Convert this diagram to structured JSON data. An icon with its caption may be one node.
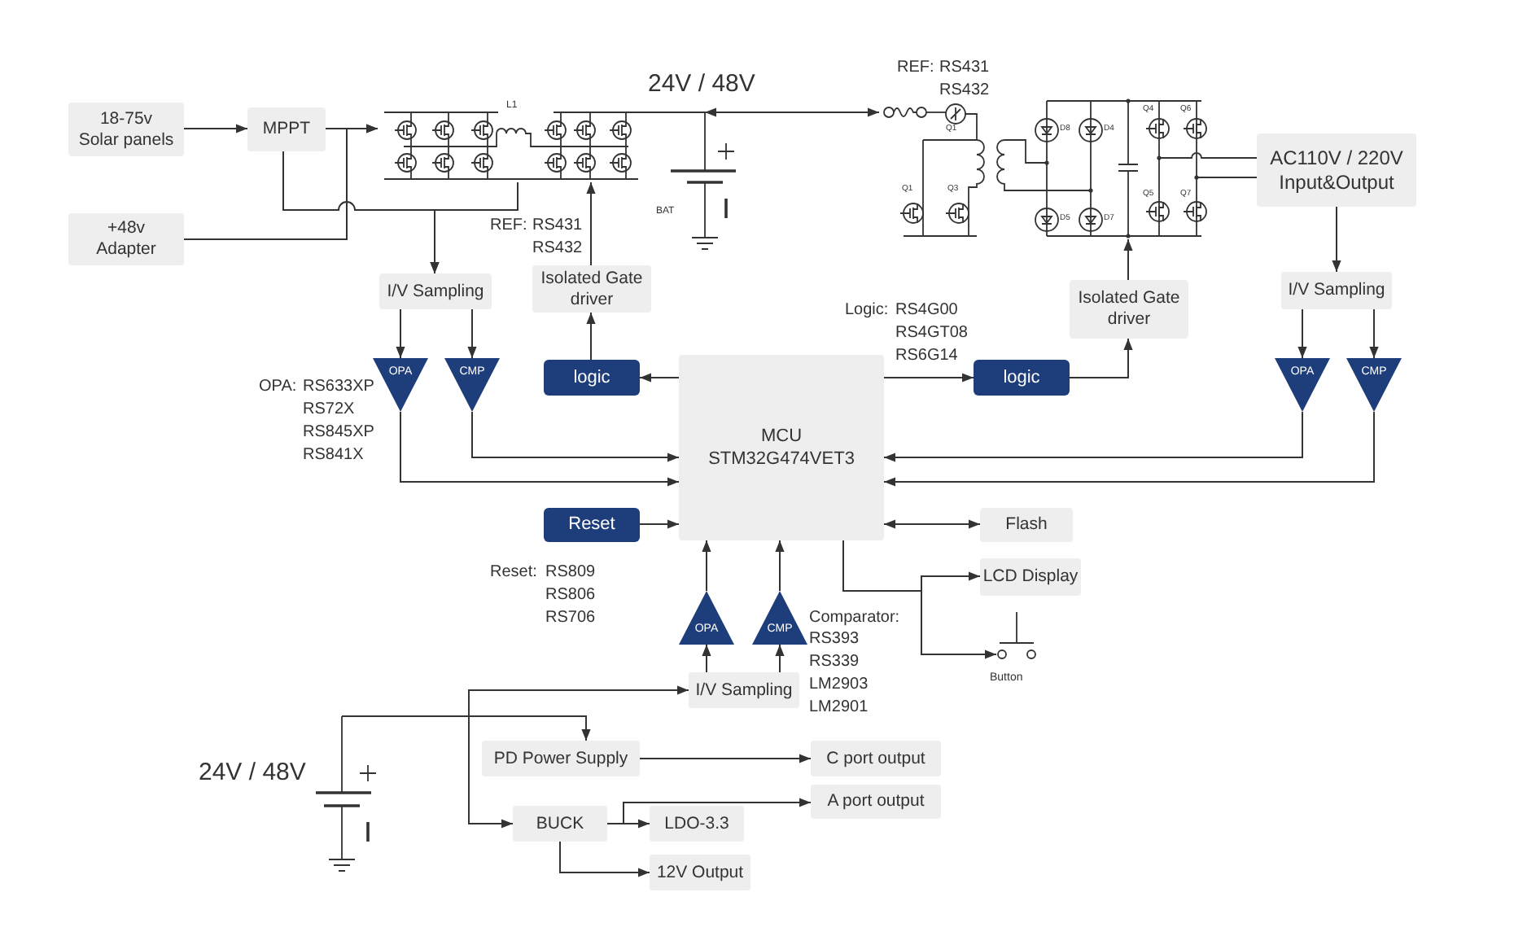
{
  "diagram": {
    "nodes": [
      {
        "text": [
          "18-75v Solar panels"
        ]
      },
      {
        "text": [
          "MPPT"
        ]
      },
      {
        "text": [
          "+48v Adapter"
        ]
      },
      {
        "text": [],
        "shape": "picture",
        "beside": [
          "L1"
        ]
      },
      {
        "text": [],
        "shape": "picture",
        "beside": [
          "24V / 48V",
          "BAT"
        ]
      },
      {
        "text": [],
        "shape": "picture"
      },
      {
        "text": [
          "AC110V / 220V Input&Output"
        ]
      },
      {
        "text": [
          "Isolated Gate driver"
        ]
      },
      {
        "text": [
          "I/V Sampling"
        ]
      },
      {
        "text": [
          "Isolated Gate driver"
        ]
      },
      {
        "text": [
          "I/V Sampling"
        ]
      },
      {
        "text": [
          "OPA"
        ]
      },
      {
        "text": [
          "CMP"
        ]
      },
      {
        "text": [
          "logic"
        ]
      },
      {
        "text": [
          "MCU",
          "STM32G474VET3"
        ]
      },
      {
        "text": [
          "logic"
        ]
      },
      {
        "text": [
          "OPA"
        ]
      },
      {
        "text": [
          "CMP"
        ]
      },
      {
        "text": [
          "Reset"
        ]
      },
      {
        "text": [
          "Flash"
        ]
      },
      {
        "text": [
          "LCD Display"
        ]
      },
      {
        "text": [],
        "shape": "picture",
        "beside": [
          "Button"
        ]
      },
      {
        "text": [
          "OPA"
        ]
      },
      {
        "text": [
          "CMP"
        ]
      },
      {
        "text": [
          "I/V Sampling"
        ]
      },
      {
        "text": [],
        "shape": "picture",
        "beside": [
          "24V / 48V"
        ]
      },
      {
        "text": [
          "PD Power Supply"
        ]
      },
      {
        "text": [
          "C port output"
        ]
      },
      {
        "text": [
          "A port output"
        ]
      },
      {
        "text": [
          "BUCK"
        ]
      },
      {
        "text": [
          "LDO-3.3"
        ]
      },
      {
        "text": [
          "12V Output"
        ]
      }
    ],
    "edges": [
      {
        "from": 0,
        "to": 1,
        "arrow": "to"
      },
      {
        "from": 1,
        "to": 3,
        "arrow": "to"
      },
      {
        "from": 2,
        "to": 3,
        "arrow": "to"
      },
      {
        "from": 1,
        "to": 8,
        "arrow": "to"
      },
      {
        "from": 3,
        "to": 8,
        "arrow": "to"
      },
      {
        "from": 3,
        "to": 4,
        "arrow": "none"
      },
      {
        "from": 5,
        "to": 4,
        "arrow": "both"
      },
      {
        "from": 5,
        "to": 6,
        "arrow": "none"
      },
      {
        "from": 5,
        "to": 6,
        "arrow": "none"
      },
      {
        "from": 7,
        "to": 3,
        "arrow": "to"
      },
      {
        "from": 13,
        "to": 7,
        "arrow": "to"
      },
      {
        "from": 14,
        "to": 13,
        "arrow": "to"
      },
      {
        "from": 14,
        "to": 15,
        "arrow": "to"
      },
      {
        "from": 15,
        "to": 9,
        "arrow": "to"
      },
      {
        "from": 9,
        "to": 5,
        "arrow": "to"
      },
      {
        "from": 6,
        "to": 10,
        "arrow": "to"
      },
      {
        "from": 10,
        "to": 16,
        "arrow": "to"
      },
      {
        "from": 10,
        "to": 17,
        "arrow": "to"
      },
      {
        "from": 16,
        "to": 14,
        "arrow": "to"
      },
      {
        "from": 17,
        "to": 14,
        "arrow": "to"
      },
      {
        "from": 8,
        "to": 11,
        "arrow": "to"
      },
      {
        "from": 8,
        "to": 12,
        "arrow": "to"
      },
      {
        "from": 12,
        "to": 14,
        "arrow": "to"
      },
      {
        "from": 11,
        "to": 14,
        "arrow": "to"
      },
      {
        "from": 18,
        "to": 14,
        "arrow": "to"
      },
      {
        "from": 14,
        "to": 19,
        "arrow": "both"
      },
      {
        "from": 14,
        "to": 20,
        "arrow": "to"
      },
      {
        "from": 14,
        "to": 21,
        "arrow": "to"
      },
      {
        "from": 24,
        "to": 22,
        "arrow": "to"
      },
      {
        "from": 24,
        "to": 23,
        "arrow": "to"
      },
      {
        "from": 22,
        "to": 14,
        "arrow": "to"
      },
      {
        "from": 23,
        "to": 14,
        "arrow": "to"
      },
      {
        "from": 25,
        "to": 24,
        "arrow": "to"
      },
      {
        "from": 25,
        "to": 26,
        "arrow": "to"
      },
      {
        "from": 25,
        "to": 29,
        "arrow": "to"
      },
      {
        "from": 26,
        "to": 27,
        "arrow": "to"
      },
      {
        "from": 29,
        "to": 30,
        "arrow": "to"
      },
      {
        "from": 29,
        "to": 28,
        "arrow": "to"
      },
      {
        "from": 29,
        "to": 31,
        "arrow": "to"
      }
    ],
    "labels": [
      "REF:",
      "RS431",
      "RS432",
      "REF:",
      "RS431",
      "RS432",
      "Q1",
      "D8",
      "D4",
      "Q4",
      "Q6",
      "Q1",
      "Q3",
      "D5",
      "D7",
      "Q5",
      "Q7",
      "Logic:",
      "RS4G00",
      "RS4GT08",
      "RS6G14",
      "OPA:",
      "RS633XP",
      "RS72X",
      "RS845XP",
      "RS841X",
      "Reset:",
      "RS809",
      "RS806",
      "RS706",
      "Comparator:",
      "RS393",
      "RS339",
      "LM2903",
      "LM2901"
    ]
  }
}
